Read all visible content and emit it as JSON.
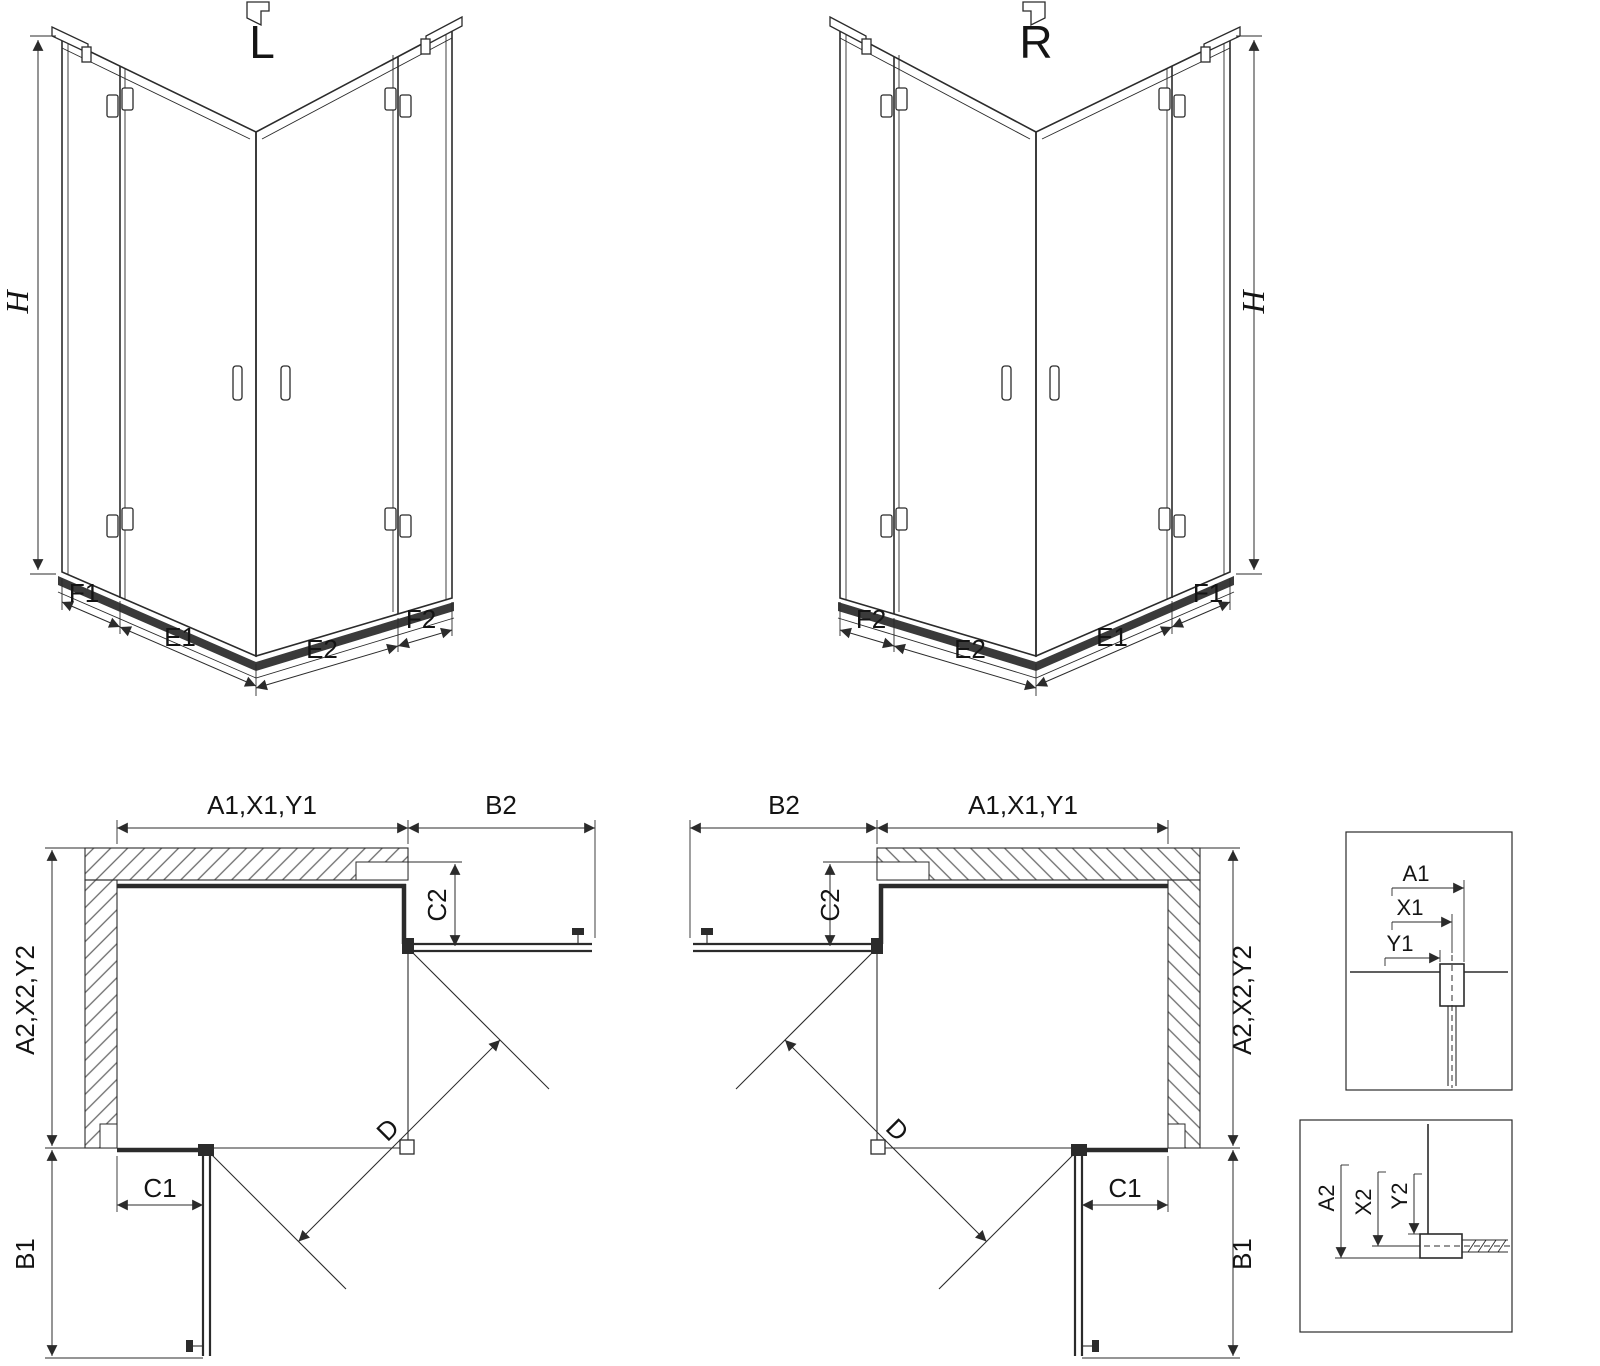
{
  "drawing": {
    "iso_left": {
      "title": "L",
      "h": "H",
      "f1": "F1",
      "e1": "E1",
      "e2": "E2",
      "f2": "F2"
    },
    "iso_right": {
      "title": "R",
      "h": "H",
      "f1": "F1",
      "e1": "E1",
      "e2": "E2",
      "f2": "F2"
    },
    "plan_left": {
      "a1": "A1,X1,Y1",
      "b2": "B2",
      "c2": "C2",
      "a2": "A2,X2,Y2",
      "c1": "C1",
      "b1": "B1",
      "d": "D"
    },
    "plan_right": {
      "a1": "A1,X1,Y1",
      "b2": "B2",
      "c2": "C2",
      "a2": "A2,X2,Y2",
      "c1": "C1",
      "b1": "B1",
      "d": "D"
    },
    "detail_top": {
      "a1": "A1",
      "x1": "X1",
      "y1": "Y1"
    },
    "detail_bottom": {
      "a2": "A2",
      "x2": "X2",
      "y2": "Y2"
    }
  },
  "colors": {
    "line": "#2b2b2b",
    "hatch": "#6a6a6a",
    "background": "#ffffff"
  }
}
